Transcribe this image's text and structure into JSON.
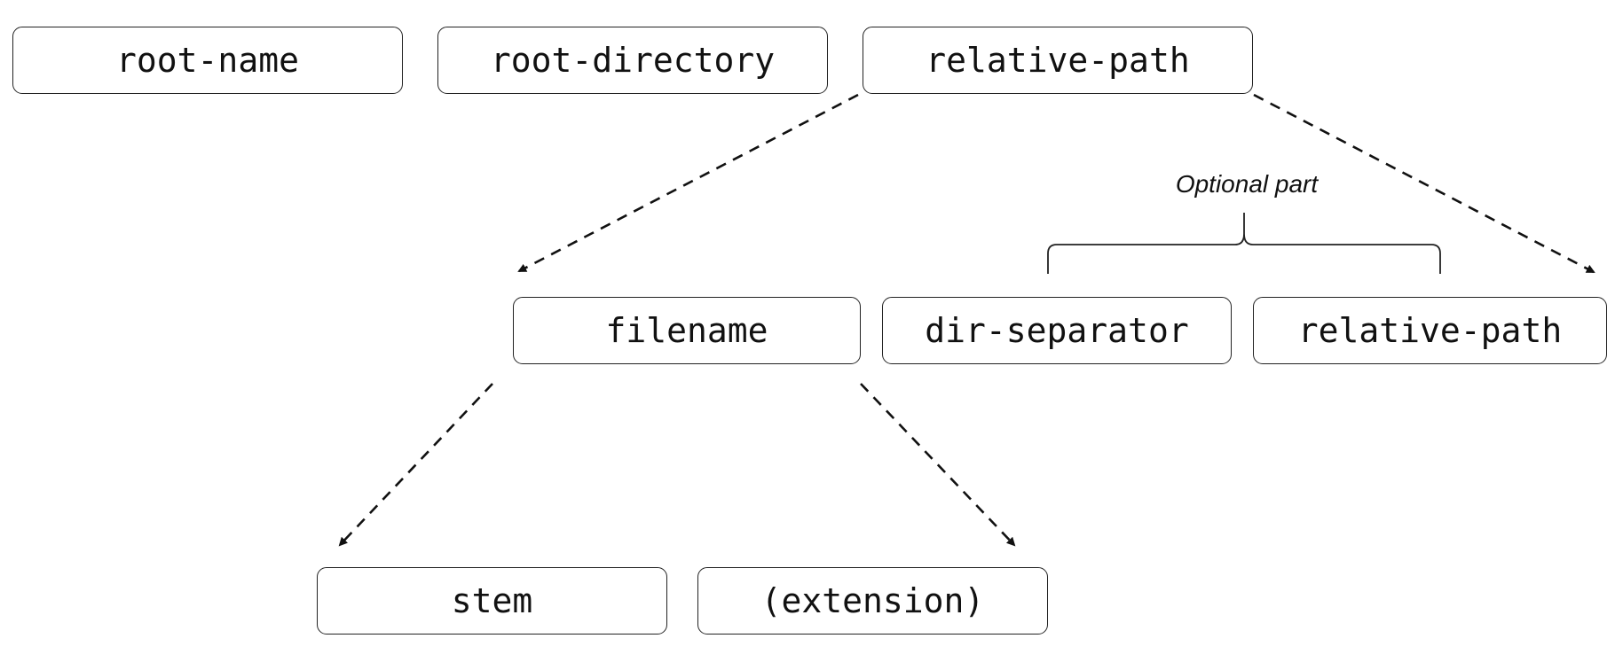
{
  "nodes": {
    "root_name": "root-name",
    "root_directory": "root-directory",
    "relative_path_top": "relative-path",
    "filename": "filename",
    "dir_separator": "dir-separator",
    "relative_path_inner": "relative-path",
    "stem": "stem",
    "extension": "(extension)"
  },
  "annotations": {
    "optional_part": "Optional part"
  },
  "colors": {
    "stroke": "#222222",
    "text": "#111111",
    "background": "#ffffff"
  }
}
